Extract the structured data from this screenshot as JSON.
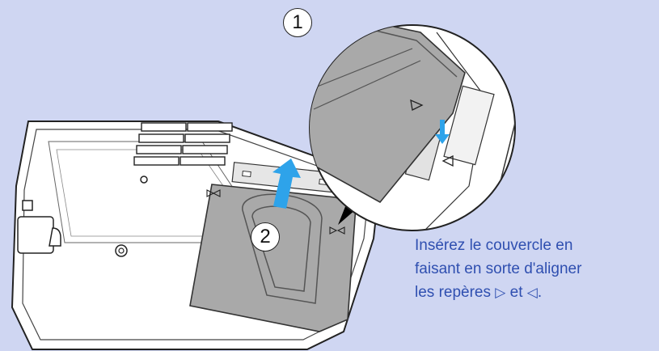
{
  "steps": {
    "step1": "1",
    "step2": "2"
  },
  "caption": {
    "line1": "Insérez le couvercle en",
    "line2": "faisant en sorte d'aligner",
    "line3_prefix": "les repères",
    "marker_right": "▷",
    "connector": "et",
    "marker_left": "◁",
    "line3_suffix": "."
  },
  "colors": {
    "background": "#cfd6f2",
    "caption_text": "#2f4fb0",
    "arrow": "#2ea3ea",
    "cover": "#a9a9a9"
  }
}
